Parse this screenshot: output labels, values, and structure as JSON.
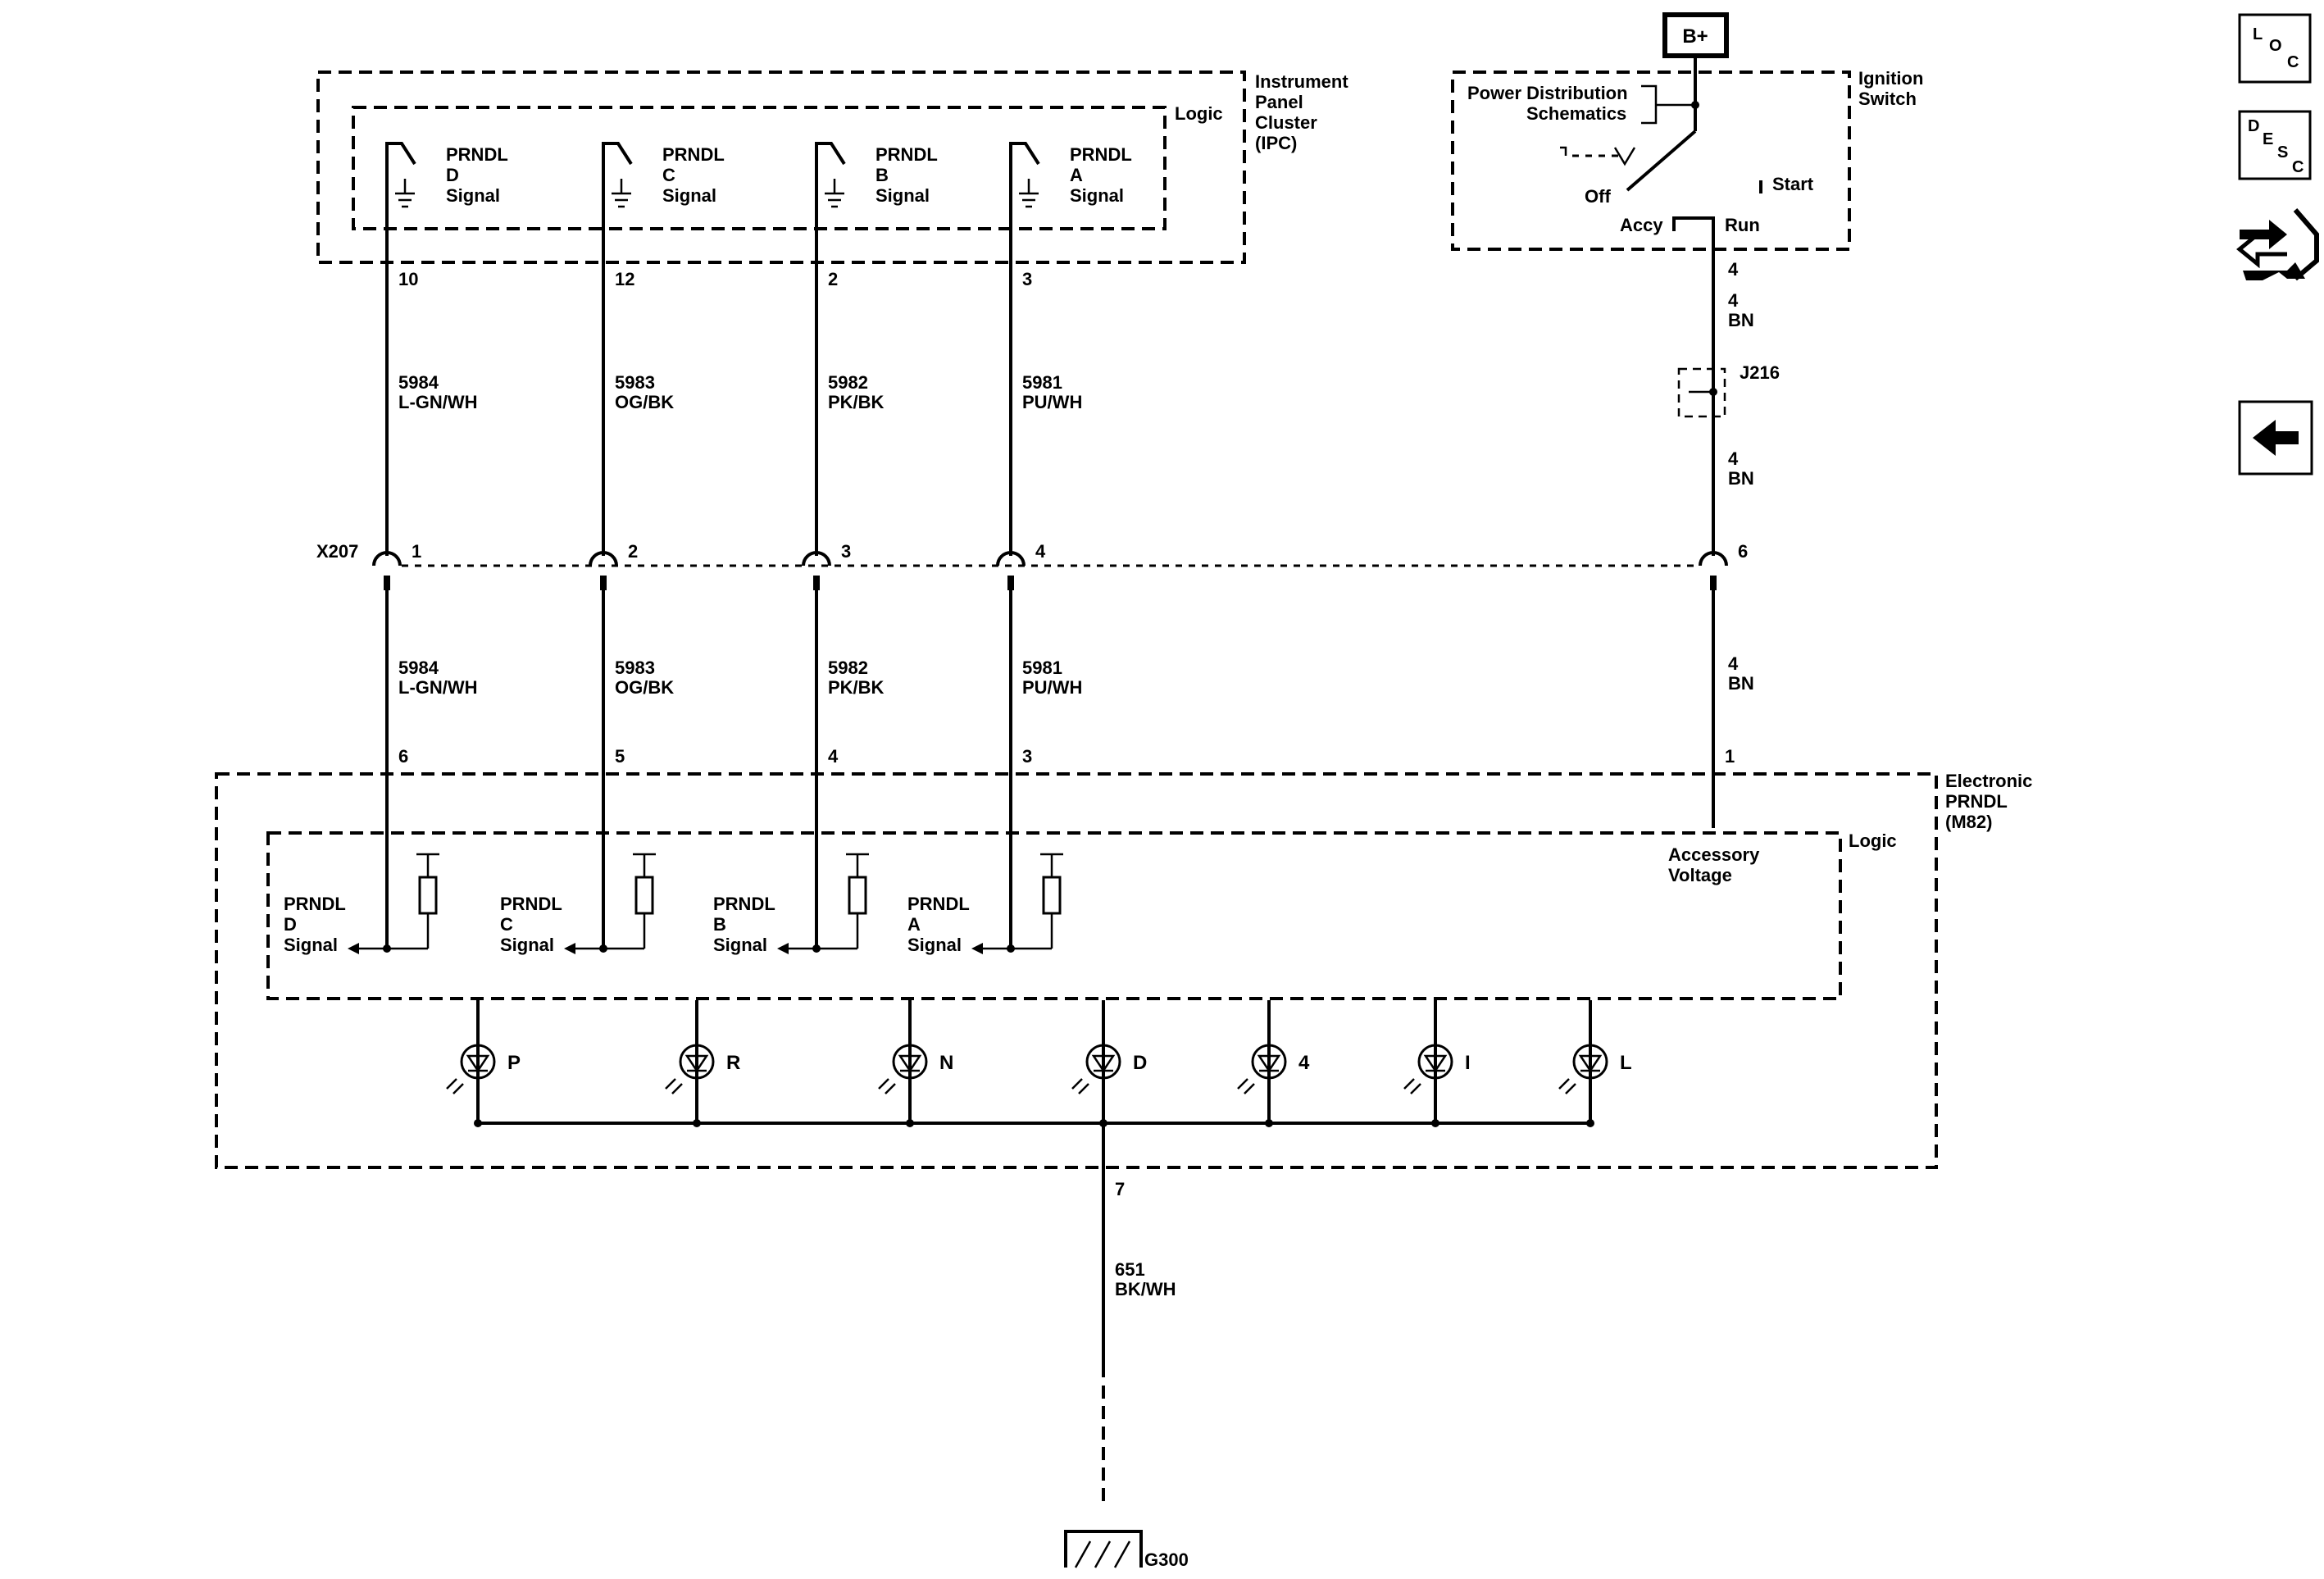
{
  "modules": {
    "ipc": {
      "name_lines": [
        "Instrument",
        "Panel",
        "Cluster",
        "(IPC)"
      ],
      "logic": "Logic"
    },
    "ignition": {
      "name_lines": [
        "Ignition",
        "Switch"
      ],
      "power_dist": [
        "Power Distribution",
        "Schematics"
      ],
      "positions": [
        "Off",
        "Accy",
        "Run",
        "Start"
      ]
    },
    "prndl_module": {
      "name_lines": [
        "Electronic",
        "PRNDL",
        "(M82)"
      ],
      "logic": "Logic",
      "accessory": [
        "Accessory",
        "Voltage"
      ]
    }
  },
  "battery": "B+",
  "signals": [
    {
      "name": [
        "PRNDL",
        "D",
        "Signal"
      ],
      "ipc_pin": "10",
      "circuit": "5984",
      "color": "L-GN/WH",
      "x207_pin": "1",
      "m82_pin": "6"
    },
    {
      "name": [
        "PRNDL",
        "C",
        "Signal"
      ],
      "ipc_pin": "12",
      "circuit": "5983",
      "color": "OG/BK",
      "x207_pin": "2",
      "m82_pin": "5"
    },
    {
      "name": [
        "PRNDL",
        "B",
        "Signal"
      ],
      "ipc_pin": "2",
      "circuit": "5982",
      "color": "PK/BK",
      "x207_pin": "3",
      "m82_pin": "4"
    },
    {
      "name": [
        "PRNDL",
        "A",
        "Signal"
      ],
      "ipc_pin": "3",
      "circuit": "5981",
      "color": "PU/WH",
      "x207_pin": "4",
      "m82_pin": "3"
    }
  ],
  "power_circuit": {
    "switch_pin": "4",
    "circuit": "4",
    "color": "BN",
    "splice": "J216",
    "x207_pin": "6",
    "m82_pin": "1"
  },
  "connector": "X207",
  "leds": [
    "P",
    "R",
    "N",
    "D",
    "4",
    "I",
    "L"
  ],
  "ground": {
    "m82_pin": "7",
    "circuit": "651",
    "color": "BK/WH",
    "name": "G300"
  },
  "side_nav": {
    "loc": [
      "L",
      "O",
      "C"
    ],
    "desc": [
      "D",
      "E",
      "S",
      "C"
    ]
  }
}
